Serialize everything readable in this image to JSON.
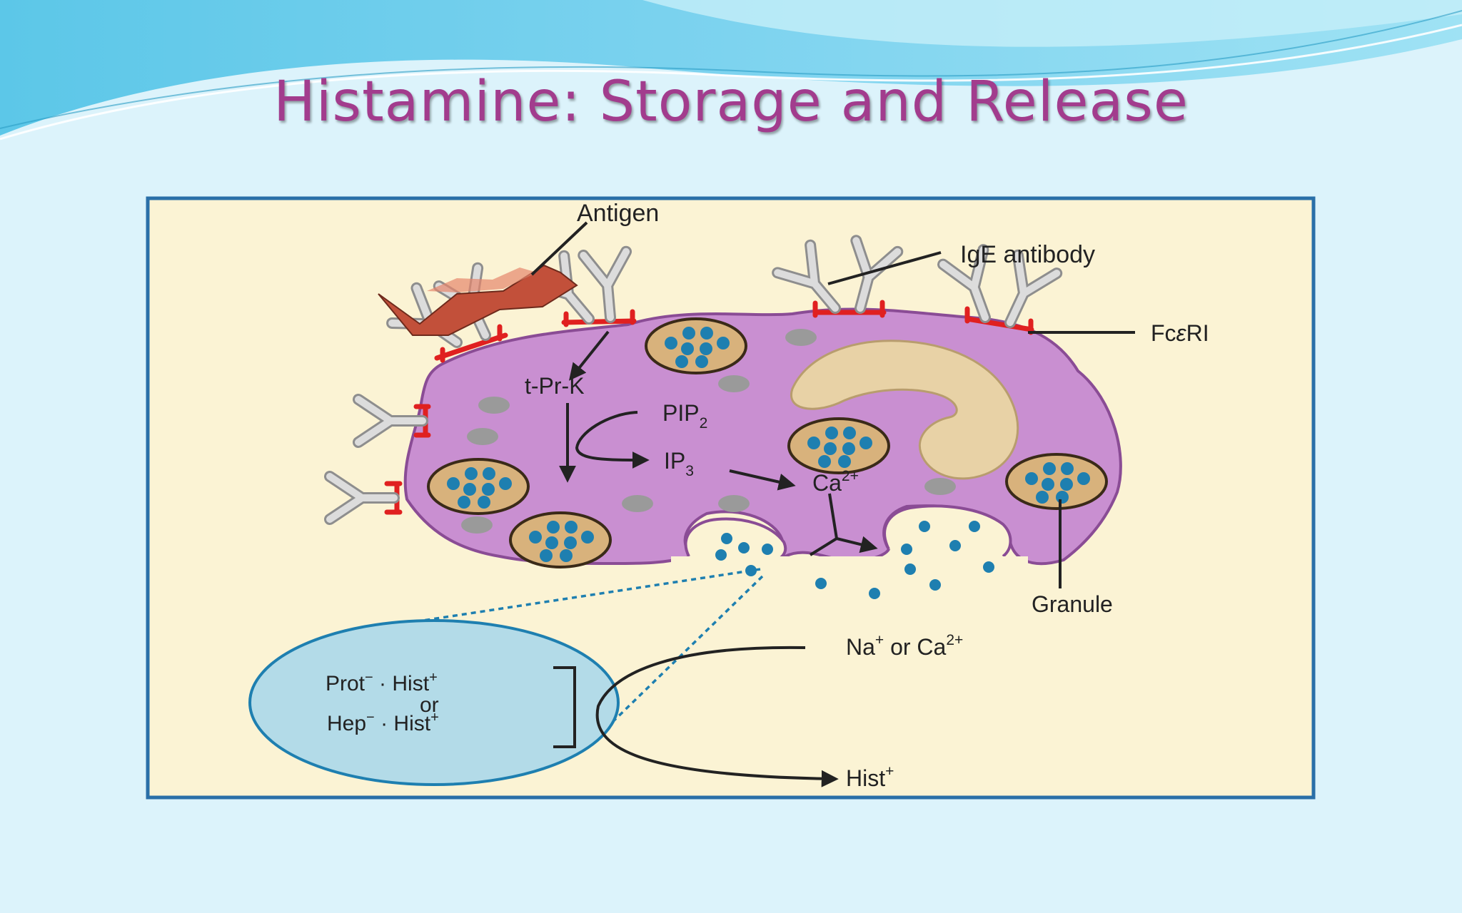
{
  "slide": {
    "title": "Histamine: Storage and Release"
  },
  "diagram": {
    "labels": {
      "antigen": "Antigen",
      "ige_antibody": "IgE antibody",
      "fc_receptor_prefix": "Fc",
      "fc_receptor_epsilon": "ε",
      "fc_receptor_suffix": "RI",
      "t_pr_k": "t-Pr-K",
      "pip": "PIP",
      "pip_sub": "2",
      "ip": "IP",
      "ip_sub": "3",
      "ca": "Ca",
      "ca_sup": "2+",
      "granule": "Granule",
      "na": "Na",
      "na_sup": "+",
      "or_ca": " or Ca",
      "or_ca_sup": "2+",
      "prot": "Prot",
      "prot_sup": "−",
      "dot": " · ",
      "hist": "Hist",
      "hist_sup": "+",
      "or": "or",
      "hep": "Hep",
      "hep_sup": "−",
      "hist_out": "Hist",
      "hist_out_sup": "+"
    },
    "colors": {
      "panel_bg": "#fbf3d4",
      "panel_border": "#2a6fa8",
      "cell": "#c98fd1",
      "cell_edge": "#8a4c95",
      "nucleus": "#e8d2a6",
      "granule": "#d8b27c",
      "granule_dot": "#1e7fb0",
      "receptor": "#e02020",
      "antigen": "#c2503a",
      "antibody": "#c8c8c8",
      "zoom_circle": "#b3dbe8"
    }
  }
}
